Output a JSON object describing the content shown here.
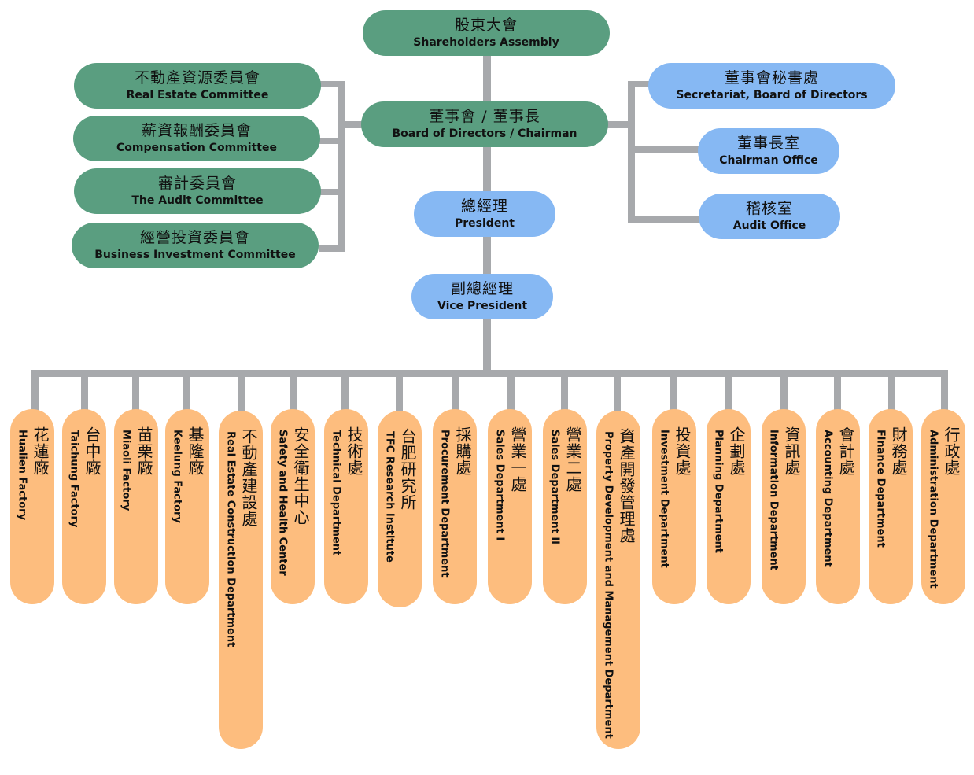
{
  "top": {
    "shareholders": {
      "zh": "股東大會",
      "en": "Shareholders Assembly"
    },
    "board": {
      "zh": "董事會 / 董事長",
      "en": "Board of Directors / Chairman"
    },
    "president": {
      "zh": "總經理",
      "en": "President"
    },
    "vice_president": {
      "zh": "副總經理",
      "en": "Vice President"
    }
  },
  "committees": [
    {
      "zh": "不動產資源委員會",
      "en": "Real Estate Committee"
    },
    {
      "zh": "薪資報酬委員會",
      "en": "Compensation Committee"
    },
    {
      "zh": "審計委員會",
      "en": "The Audit Committee"
    },
    {
      "zh": "經營投資委員會",
      "en": "Business Investment Committee"
    }
  ],
  "offices": [
    {
      "zh": "董事會秘書處",
      "en": "Secretariat, Board of Directors"
    },
    {
      "zh": "董事長室",
      "en": "Chairman Office"
    },
    {
      "zh": "稽核室",
      "en": "Audit Office"
    }
  ],
  "departments": [
    {
      "zh": "花蓮廠",
      "en": "Hualien Factory"
    },
    {
      "zh": "台中廠",
      "en": "Taichung Factory"
    },
    {
      "zh": "苗栗廠",
      "en": "Miaoli Factory"
    },
    {
      "zh": "基隆廠",
      "en": "Keelung Factory"
    },
    {
      "zh": "不動產建設處",
      "en": "Real Estate Construction Department"
    },
    {
      "zh": "安全衛生中心",
      "en": "Safety and Health Center"
    },
    {
      "zh": "技術處",
      "en": "Technical Department"
    },
    {
      "zh": "台肥研究所",
      "en": "TFC Research Institute"
    },
    {
      "zh": "採購處",
      "en": "Procurement Department"
    },
    {
      "zh": "營業一處",
      "en": "Sales Department I"
    },
    {
      "zh": "營業二處",
      "en": "Sales Department II"
    },
    {
      "zh": "資產開發管理處",
      "en": "Property Development and Management Department"
    },
    {
      "zh": "投資處",
      "en": "Investment Department"
    },
    {
      "zh": "企劃處",
      "en": "Planning Department"
    },
    {
      "zh": "資訊處",
      "en": "Information Department"
    },
    {
      "zh": "會計處",
      "en": "Accounting Department"
    },
    {
      "zh": "財務處",
      "en": "Finance Department"
    },
    {
      "zh": "行政處",
      "en": "Administration Department"
    }
  ],
  "colors": {
    "governance_green": "#5a9e80",
    "office_blue": "#86b8f3",
    "department_orange": "#fdbd7e",
    "connector_gray": "#a7a9ac"
  }
}
